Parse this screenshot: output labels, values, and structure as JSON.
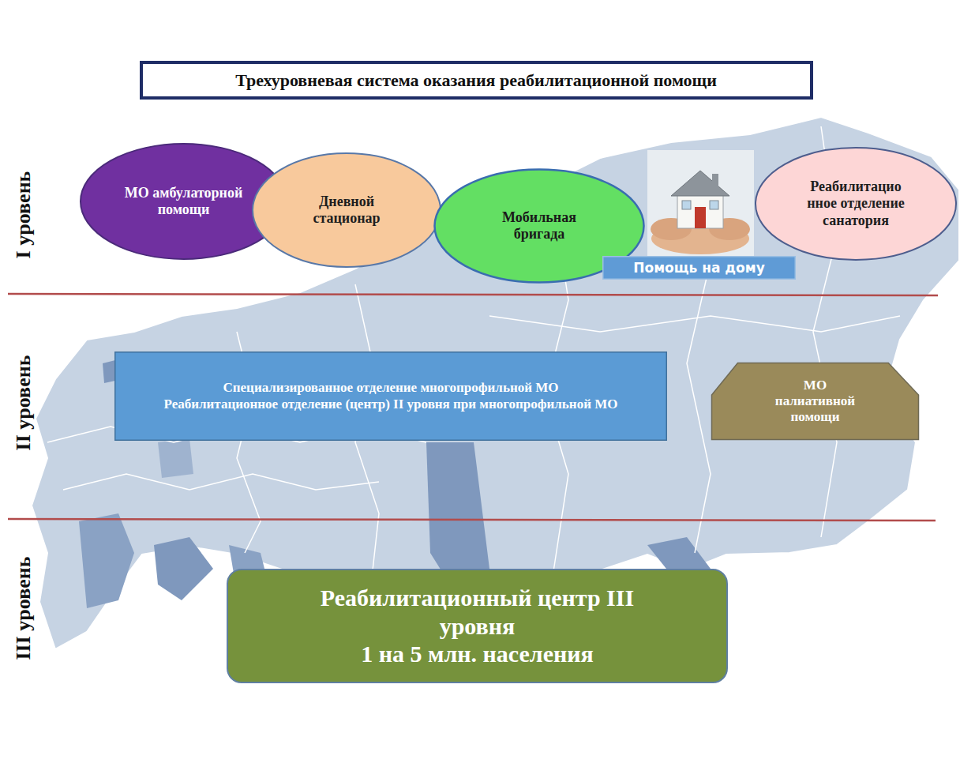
{
  "diagram": {
    "title": "Трехуровневая система оказания реабилитационной помощи",
    "nodes": [
      {
        "text": [
          "МО амбулаторной помощи"
        ]
      },
      {
        "text": [
          "Дневной стационар"
        ]
      },
      {
        "text": [
          "Мобильная бригада"
        ]
      },
      {
        "text": [
          "Помощь на дому"
        ]
      },
      {
        "text": [
          "Реабилитацио нное отделение санатория"
        ]
      },
      {
        "text": [
          "Специализированное отделение многопрофильной МО",
          "Реабилитационное отделение (центр) II уровня при многопрофильной МО"
        ]
      },
      {
        "text": [
          "МО палиативной помощи"
        ]
      },
      {
        "text": [
          "Реабилитационный центр III уровня",
          "1 на 5 млн. населения"
        ]
      }
    ],
    "labels": [
      "I уровень",
      "II уровень",
      "III уровень"
    ]
  }
}
